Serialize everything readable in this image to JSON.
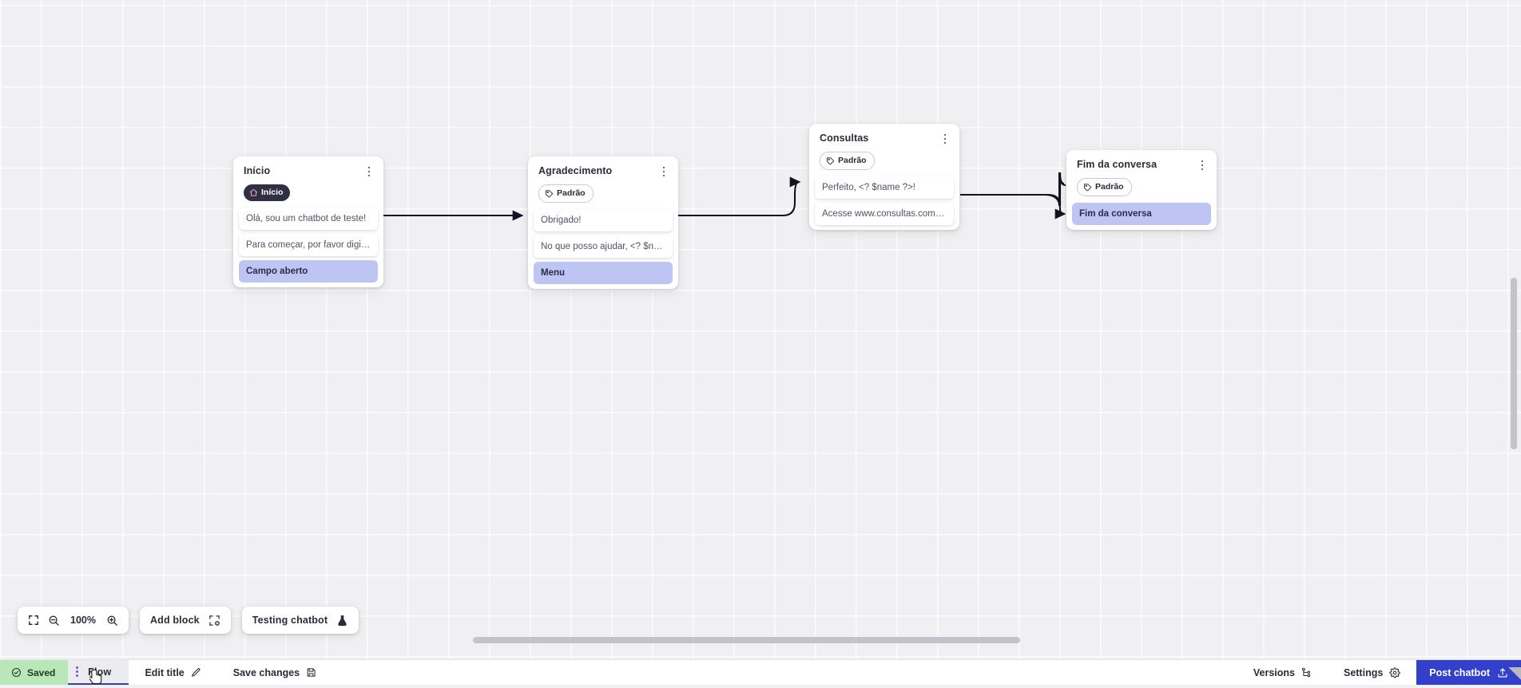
{
  "app": {
    "canvas_label": "flow-canvas",
    "accent_blue": "#3340cc",
    "accent_lavender": "#bec5f2",
    "saved_green": "#b9e7b9",
    "badge_dark": "#2f3046"
  },
  "nodes": [
    {
      "id": "inicio",
      "title": "Início",
      "badge": {
        "label": "Início",
        "style": "dark",
        "icon": "home-icon"
      },
      "rows": [
        {
          "text": "Olá, sou um chatbot de teste!",
          "type": "message"
        },
        {
          "text": "Para começar, por favor digite o ...",
          "type": "message"
        },
        {
          "text": "Campo aberto",
          "type": "accent"
        }
      ]
    },
    {
      "id": "agradecimento",
      "title": "Agradecimento",
      "badge": {
        "label": "Padrão",
        "style": "light",
        "icon": "tag-icon"
      },
      "rows": [
        {
          "text": "Obrigado!",
          "type": "message"
        },
        {
          "text": "No que posso ajudar, <? $name ...",
          "type": "message"
        },
        {
          "text": "Menu",
          "type": "accent"
        }
      ]
    },
    {
      "id": "consultas",
      "title": "Consultas",
      "badge": {
        "label": "Padrão",
        "style": "light",
        "icon": "tag-icon"
      },
      "rows": [
        {
          "text": "Perfeito, <? $name ?>!",
          "type": "message"
        },
        {
          "text": "Acesse www.consultas.com par...",
          "type": "message"
        }
      ]
    },
    {
      "id": "fim-da-conversa",
      "title": "Fim da conversa",
      "badge": {
        "label": "Padrão",
        "style": "light",
        "icon": "tag-icon"
      },
      "rows": [
        {
          "text": "Fim da conversa",
          "type": "accent"
        }
      ]
    }
  ],
  "toolbar": {
    "fit_icon": "fit-screen-icon",
    "zoom_out_icon": "zoom-out-icon",
    "zoom_level": "100%",
    "zoom_in_icon": "zoom-in-icon",
    "add_block_label": "Add block",
    "add_block_icon": "add-block-icon",
    "testing_label": "Testing chatbot",
    "testing_icon": "flask-icon"
  },
  "bottombar": {
    "saved_label": "Saved",
    "saved_icon": "check-circle-icon",
    "drag_handle_icon": "drag-handle-icon",
    "flow_tab_label": "Flow",
    "edit_title_label": "Edit title",
    "edit_title_icon": "pencil-icon",
    "save_changes_label": "Save changes",
    "save_changes_icon": "floppy-disk-icon",
    "versions_label": "Versions",
    "versions_icon": "branch-icon",
    "settings_label": "Settings",
    "settings_icon": "gear-icon",
    "post_label": "Post chatbot",
    "post_icon": "upload-icon"
  }
}
